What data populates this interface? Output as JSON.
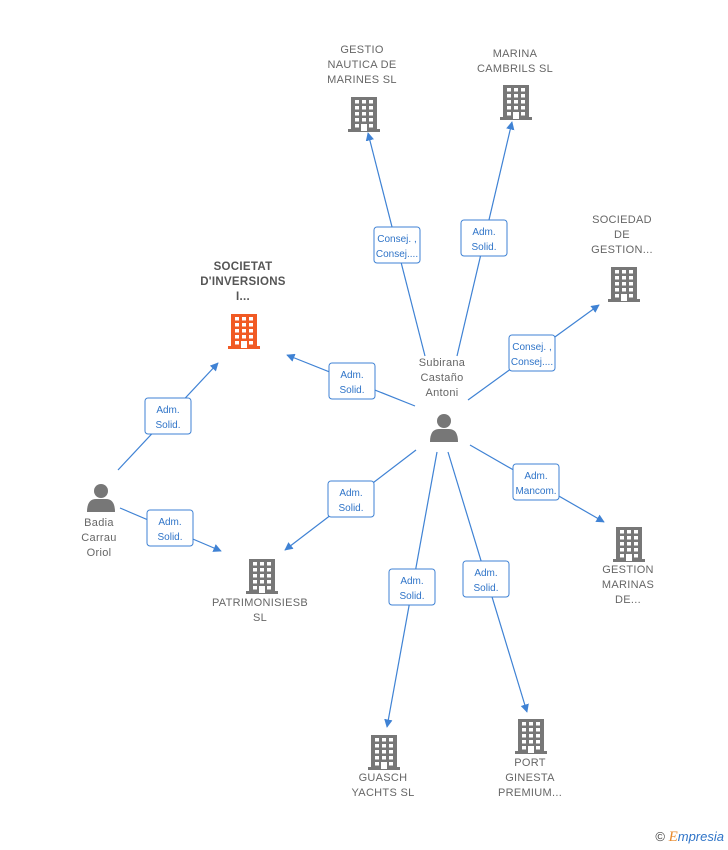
{
  "nodes": [
    {
      "id": "subirana",
      "type": "person",
      "lines": [
        "Subirana",
        "Castaño",
        "Antoni"
      ],
      "highlight": false
    },
    {
      "id": "badia",
      "type": "person",
      "lines": [
        "Badia",
        "Carrau",
        "Oriol"
      ],
      "highlight": false
    },
    {
      "id": "societat",
      "type": "company",
      "lines": [
        "SOCIETAT",
        "D'INVERSIONS",
        "I..."
      ],
      "highlight": true
    },
    {
      "id": "gestio",
      "type": "company",
      "lines": [
        "GESTIO",
        "NAUTICA DE",
        "MARINES  SL"
      ],
      "highlight": false
    },
    {
      "id": "marina",
      "type": "company",
      "lines": [
        "MARINA",
        "CAMBRILS  SL"
      ],
      "highlight": false
    },
    {
      "id": "sociedad",
      "type": "company",
      "lines": [
        "SOCIEDAD",
        "DE",
        "GESTION..."
      ],
      "highlight": false
    },
    {
      "id": "gestion_marinas",
      "type": "company",
      "lines": [
        "GESTION",
        "MARINAS",
        "DE..."
      ],
      "highlight": false
    },
    {
      "id": "patrimonis",
      "type": "company",
      "lines": [
        "PATRIMONISIESB",
        "SL"
      ],
      "highlight": false
    },
    {
      "id": "guasch",
      "type": "company",
      "lines": [
        "GUASCH",
        "YACHTS  SL"
      ],
      "highlight": false
    },
    {
      "id": "port",
      "type": "company",
      "lines": [
        "PORT",
        "GINESTA",
        "PREMIUM..."
      ],
      "highlight": false
    }
  ],
  "edges": [
    {
      "from": "subirana",
      "to": "gestio",
      "label": [
        "Consej. ,",
        "Consej...."
      ]
    },
    {
      "from": "subirana",
      "to": "marina",
      "label": [
        "Adm.",
        "Solid."
      ]
    },
    {
      "from": "subirana",
      "to": "sociedad",
      "label": [
        "Consej. ,",
        "Consej...."
      ]
    },
    {
      "from": "subirana",
      "to": "societat",
      "label": [
        "Adm.",
        "Solid."
      ]
    },
    {
      "from": "subirana",
      "to": "gestion_marinas",
      "label": [
        "Adm.",
        "Mancom."
      ]
    },
    {
      "from": "subirana",
      "to": "patrimonis",
      "label": [
        "Adm.",
        "Solid."
      ]
    },
    {
      "from": "subirana",
      "to": "guasch",
      "label": [
        "Adm.",
        "Solid."
      ]
    },
    {
      "from": "subirana",
      "to": "port",
      "label": [
        "Adm.",
        "Solid."
      ]
    },
    {
      "from": "badia",
      "to": "societat",
      "label": [
        "Adm.",
        "Solid."
      ]
    },
    {
      "from": "badia",
      "to": "patrimonis",
      "label": [
        "Adm.",
        "Solid."
      ]
    }
  ],
  "colors": {
    "edge": "#3f82d4",
    "node": "#777777",
    "highlight": "#f15a24",
    "label": "#666666"
  },
  "watermark": {
    "copyright": "©",
    "brand_initial": "E",
    "brand_rest": "mpresia"
  }
}
